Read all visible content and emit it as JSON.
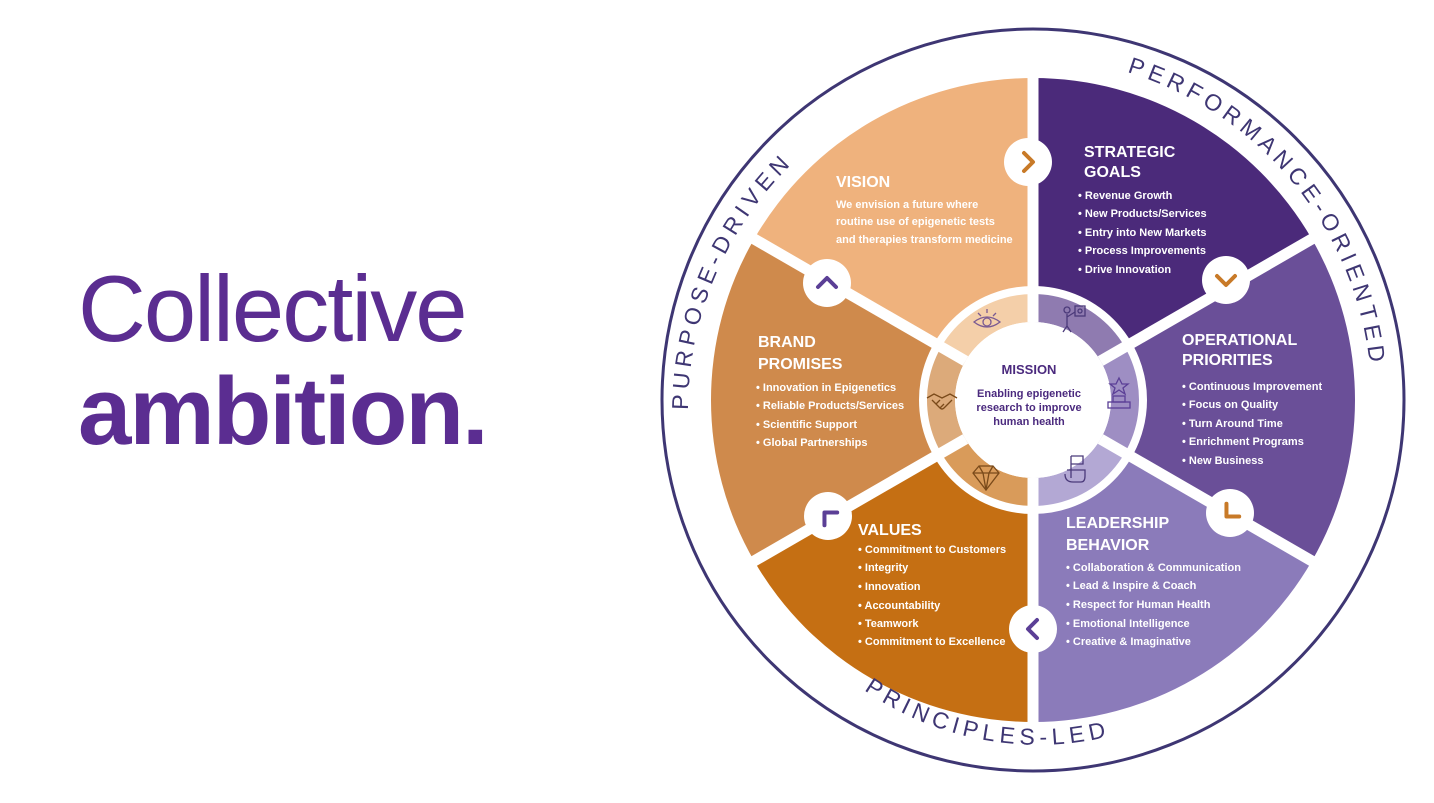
{
  "headline": {
    "line1": "Collective",
    "line2": "ambition."
  },
  "ring_labels": {
    "left": "PURPOSE-DRIVEN",
    "right": "PERFORMANCE-ORIENTED",
    "bottom": "PRINCIPLES-LED"
  },
  "mission": {
    "title": "MISSION",
    "lines": [
      "Enabling epigenetic",
      "research to improve",
      "human health"
    ]
  },
  "segments": [
    {
      "id": "vision",
      "title": [
        "VISION"
      ],
      "text": [
        "We envision a future where",
        "routine use of epigenetic tests",
        "and therapies transform medicine"
      ],
      "items": [],
      "icon": "eye-icon"
    },
    {
      "id": "strategic-goals",
      "title": [
        "STRATEGIC",
        "GOALS"
      ],
      "text": [],
      "items": [
        "• Revenue Growth",
        "• New Products/Services",
        "• Entry into New Markets",
        "• Process Improvements",
        "• Drive Innovation"
      ],
      "icon": "presenter-icon"
    },
    {
      "id": "operational-priorities",
      "title": [
        "OPERATIONAL",
        "PRIORITIES"
      ],
      "text": [],
      "items": [
        "• Continuous Improvement",
        "• Focus on Quality",
        "• Turn Around Time",
        "• Enrichment Programs",
        "• New Business"
      ],
      "icon": "podium-star-icon"
    },
    {
      "id": "leadership-behavior",
      "title": [
        "LEADERSHIP",
        "BEHAVIOR"
      ],
      "text": [],
      "items": [
        "• Collaboration & Communication",
        "• Lead & Inspire & Coach",
        "• Respect for Human Health",
        "• Emotional Intelligence",
        "• Creative & Imaginative"
      ],
      "icon": "hand-flag-icon"
    },
    {
      "id": "values",
      "title": [
        "VALUES"
      ],
      "text": [],
      "items": [
        "• Commitment to Customers",
        "• Integrity",
        "• Innovation",
        "• Accountability",
        "• Teamwork",
        "• Commitment to Excellence"
      ],
      "icon": "diamond-icon"
    },
    {
      "id": "brand-promises",
      "title": [
        "BRAND",
        "PROMISES"
      ],
      "text": [],
      "items": [
        "• Innovation in Epigenetics",
        "• Reliable Products/Services",
        "• Scientific Support",
        "• Global Partnerships"
      ],
      "icon": "handshake-icon"
    }
  ],
  "colors": {
    "headline": "#5b2d91",
    "vision": "#efb27d",
    "strategic_goals": "#4b2a7a",
    "operational_priorities": "#6a4f98",
    "leadership_behavior": "#8b7bba",
    "values": "#c56f13",
    "brand_promises": "#cf8a4c",
    "ring": "#3e3673",
    "chevron_orange": "#c87a28",
    "chevron_purple": "#5b3f96"
  }
}
